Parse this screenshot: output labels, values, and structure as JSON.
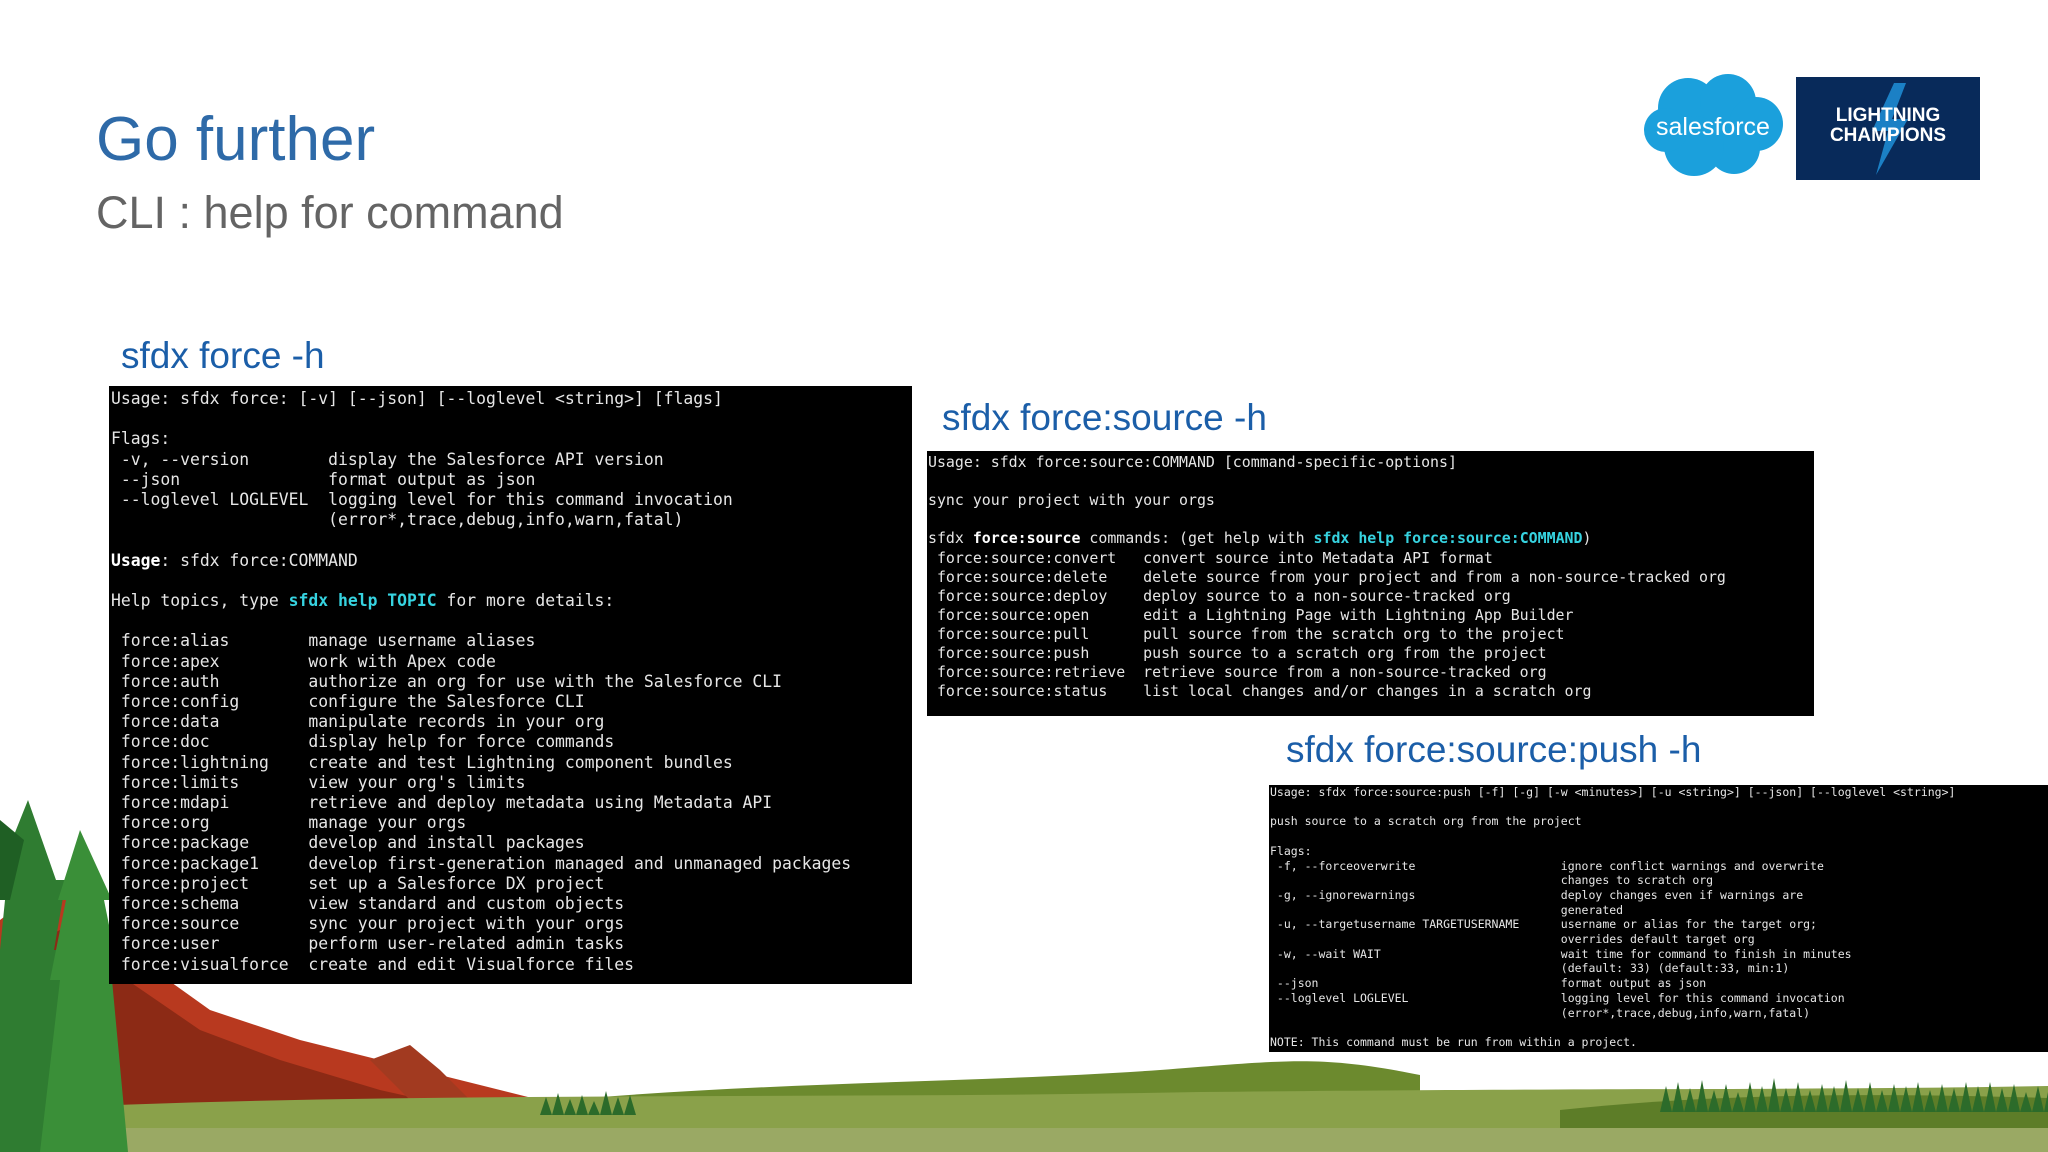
{
  "slide": {
    "title": "Go further",
    "subtitle": "CLI : help for command"
  },
  "logos": {
    "salesforce": "salesforce",
    "lightning_line1": "LIGHTNING",
    "lightning_line2": "CHAMPIONS"
  },
  "colors": {
    "title": "#2e6aa8",
    "caption": "#1b5ea8",
    "terminal_bg": "#000000",
    "terminal_text": "#e6e6e6",
    "terminal_highlight": "#36d3e0",
    "salesforce_blue": "#1ba0dc",
    "champions_navy": "#082a5a"
  },
  "icons": [
    "salesforce-cloud-logo-icon",
    "lightning-bolt-icon",
    "tree-icon",
    "mountain-icon"
  ],
  "panels": [
    {
      "caption": "sfdx force -h",
      "lines": [
        [
          {
            "t": "Usage: sfdx force: [-v] [--json] [--loglevel <string>] [flags]"
          }
        ],
        [
          {
            "t": ""
          }
        ],
        [
          {
            "t": "Flags:"
          }
        ],
        [
          {
            "t": " -v, --version        display the Salesforce API version"
          }
        ],
        [
          {
            "t": " --json               format output as json"
          }
        ],
        [
          {
            "t": " --loglevel LOGLEVEL  logging level for this command invocation"
          }
        ],
        [
          {
            "t": "                      (error*,trace,debug,info,warn,fatal)"
          }
        ],
        [
          {
            "t": ""
          }
        ],
        [
          {
            "t": "Usage",
            "s": "bold"
          },
          {
            "t": ": sfdx force:COMMAND"
          }
        ],
        [
          {
            "t": ""
          }
        ],
        [
          {
            "t": "Help topics, type "
          },
          {
            "t": "sfdx help TOPIC",
            "s": "hl"
          },
          {
            "t": " for more details:"
          }
        ],
        [
          {
            "t": ""
          }
        ],
        [
          {
            "t": " force:alias        manage username aliases"
          }
        ],
        [
          {
            "t": " force:apex         work with Apex code"
          }
        ],
        [
          {
            "t": " force:auth         authorize an org for use with the Salesforce CLI"
          }
        ],
        [
          {
            "t": " force:config       configure the Salesforce CLI"
          }
        ],
        [
          {
            "t": " force:data         manipulate records in your org"
          }
        ],
        [
          {
            "t": " force:doc          display help for force commands"
          }
        ],
        [
          {
            "t": " force:lightning    create and test Lightning component bundles"
          }
        ],
        [
          {
            "t": " force:limits       view your org's limits"
          }
        ],
        [
          {
            "t": " force:mdapi        retrieve and deploy metadata using Metadata API"
          }
        ],
        [
          {
            "t": " force:org          manage your orgs"
          }
        ],
        [
          {
            "t": " force:package      develop and install packages"
          }
        ],
        [
          {
            "t": " force:package1     develop first-generation managed and unmanaged packages"
          }
        ],
        [
          {
            "t": " force:project      set up a Salesforce DX project"
          }
        ],
        [
          {
            "t": " force:schema       view standard and custom objects"
          }
        ],
        [
          {
            "t": " force:source       sync your project with your orgs"
          }
        ],
        [
          {
            "t": " force:user         perform user-related admin tasks"
          }
        ],
        [
          {
            "t": " force:visualforce  create and edit Visualforce files"
          }
        ]
      ]
    },
    {
      "caption": "sfdx force:source -h",
      "lines": [
        [
          {
            "t": "Usage: sfdx force:source:COMMAND [command-specific-options]"
          }
        ],
        [
          {
            "t": ""
          }
        ],
        [
          {
            "t": "sync your project with your orgs"
          }
        ],
        [
          {
            "t": ""
          }
        ],
        [
          {
            "t": "sfdx "
          },
          {
            "t": "force:source",
            "s": "bold"
          },
          {
            "t": " commands: (get help with "
          },
          {
            "t": "sfdx help force:source:COMMAND",
            "s": "hl"
          },
          {
            "t": ")"
          }
        ],
        [
          {
            "t": " force:source:convert   convert source into Metadata API format"
          }
        ],
        [
          {
            "t": " force:source:delete    delete source from your project and from a non-source-tracked org"
          }
        ],
        [
          {
            "t": " force:source:deploy    deploy source to a non-source-tracked org"
          }
        ],
        [
          {
            "t": " force:source:open      edit a Lightning Page with Lightning App Builder"
          }
        ],
        [
          {
            "t": " force:source:pull      pull source from the scratch org to the project"
          }
        ],
        [
          {
            "t": " force:source:push      push source to a scratch org from the project"
          }
        ],
        [
          {
            "t": " force:source:retrieve  retrieve source from a non-source-tracked org"
          }
        ],
        [
          {
            "t": " force:source:status    list local changes and/or changes in a scratch org"
          }
        ]
      ]
    },
    {
      "caption": "sfdx force:source:push -h",
      "lines": [
        [
          {
            "t": "Usage: sfdx force:source:push [-f] [-g] [-w <minutes>] [-u <string>] [--json] [--loglevel <string>]"
          }
        ],
        [
          {
            "t": ""
          }
        ],
        [
          {
            "t": "push source to a scratch org from the project"
          }
        ],
        [
          {
            "t": ""
          }
        ],
        [
          {
            "t": "Flags:"
          }
        ],
        [
          {
            "t": " -f, --forceoverwrite                     ignore conflict warnings and overwrite"
          }
        ],
        [
          {
            "t": "                                          changes to scratch org"
          }
        ],
        [
          {
            "t": " -g, --ignorewarnings                     deploy changes even if warnings are"
          }
        ],
        [
          {
            "t": "                                          generated"
          }
        ],
        [
          {
            "t": " -u, --targetusername TARGETUSERNAME      username or alias for the target org;"
          }
        ],
        [
          {
            "t": "                                          overrides default target org"
          }
        ],
        [
          {
            "t": " -w, --wait WAIT                          wait time for command to finish in minutes"
          }
        ],
        [
          {
            "t": "                                          (default: 33) (default:33, min:1)"
          }
        ],
        [
          {
            "t": " --json                                   format output as json"
          }
        ],
        [
          {
            "t": " --loglevel LOGLEVEL                      logging level for this command invocation"
          }
        ],
        [
          {
            "t": "                                          (error*,trace,debug,info,warn,fatal)"
          }
        ],
        [
          {
            "t": ""
          }
        ],
        [
          {
            "t": "NOTE: This command must be run from within a project."
          }
        ]
      ]
    }
  ]
}
